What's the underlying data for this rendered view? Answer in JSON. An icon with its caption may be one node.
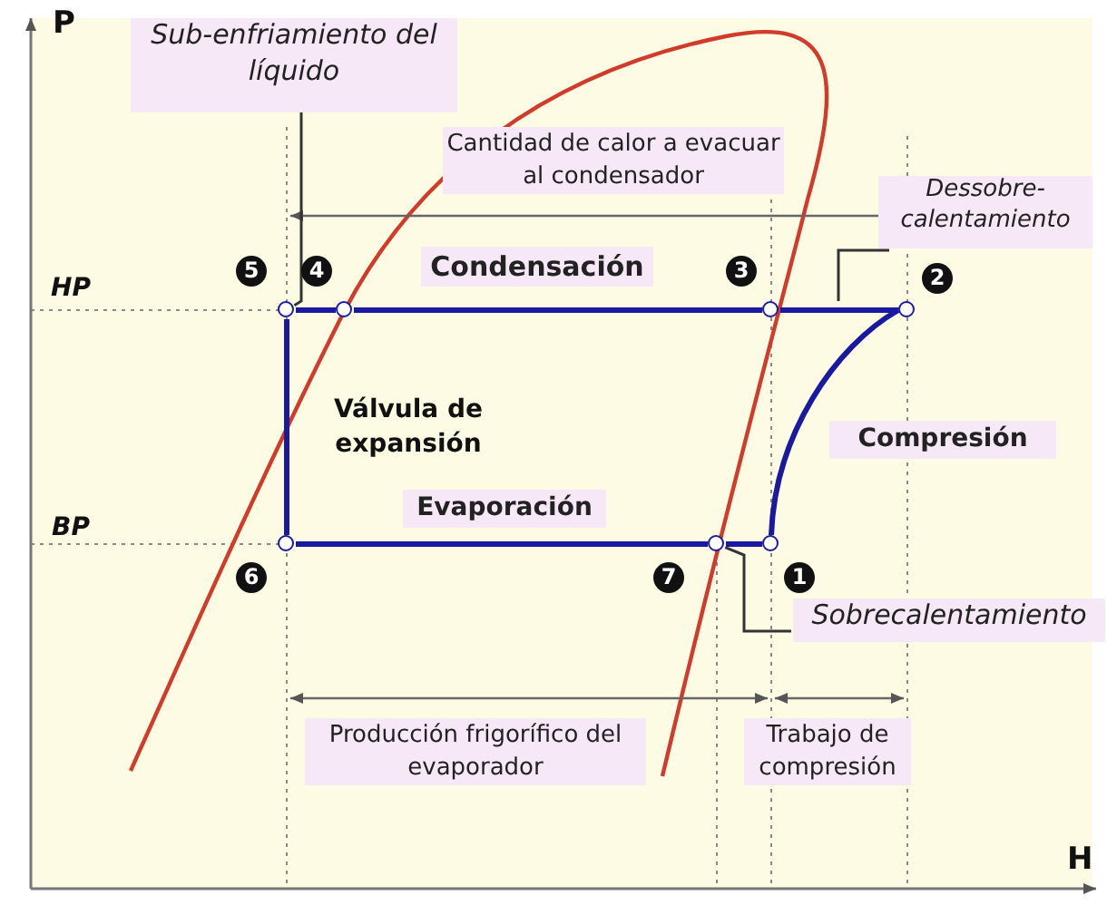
{
  "diagram": {
    "nodes": [
      {
        "text": [],
        "shape": "circle",
        "beside": [
          "5"
        ]
      },
      {
        "text": [],
        "shape": "circle",
        "beside": [
          "4"
        ]
      },
      {
        "text": [],
        "shape": "circle",
        "beside": [
          "3"
        ]
      },
      {
        "text": [],
        "shape": "circle",
        "beside": [
          "2"
        ]
      },
      {
        "text": [],
        "shape": "circle",
        "beside": [
          "6"
        ]
      },
      {
        "text": [],
        "shape": "circle",
        "beside": [
          "7"
        ]
      },
      {
        "text": [],
        "shape": "circle",
        "beside": [
          "1"
        ]
      },
      {
        "text": [
          "Sub-enfriamiento del líquido"
        ]
      },
      {
        "text": [
          "Dessobre-calentamiento"
        ]
      },
      {
        "text": [
          "Sobrecalentamiento"
        ]
      }
    ],
    "edges": [
      {
        "from": 6,
        "to": 3,
        "arrow": "none"
      },
      {
        "from": 3,
        "to": 2,
        "arrow": "none"
      },
      {
        "from": 2,
        "to": 1,
        "arrow": "none"
      },
      {
        "from": 1,
        "to": 0,
        "arrow": "none"
      },
      {
        "from": 0,
        "to": 4,
        "arrow": "none"
      },
      {
        "from": 4,
        "to": 5,
        "arrow": "none"
      },
      {
        "from": 5,
        "to": 6,
        "arrow": "none"
      },
      {
        "from": 7,
        "to": 0,
        "arrow": "none",
        "color": "#333333"
      },
      {
        "from": 8,
        "to": null,
        "arrow": "none",
        "color": "#333333"
      },
      {
        "from": 9,
        "to": 5,
        "arrow": "none",
        "color": "#333333"
      }
    ],
    "labels": [
      "P",
      "Cantidad de calor a evacuar al condensador",
      "HP",
      "Condensación",
      "Válvula de expansión",
      "Compresión",
      "BP",
      "Evaporación",
      "Producción frigorífico del evaporador",
      "Trabajo de compresión",
      "H"
    ]
  }
}
